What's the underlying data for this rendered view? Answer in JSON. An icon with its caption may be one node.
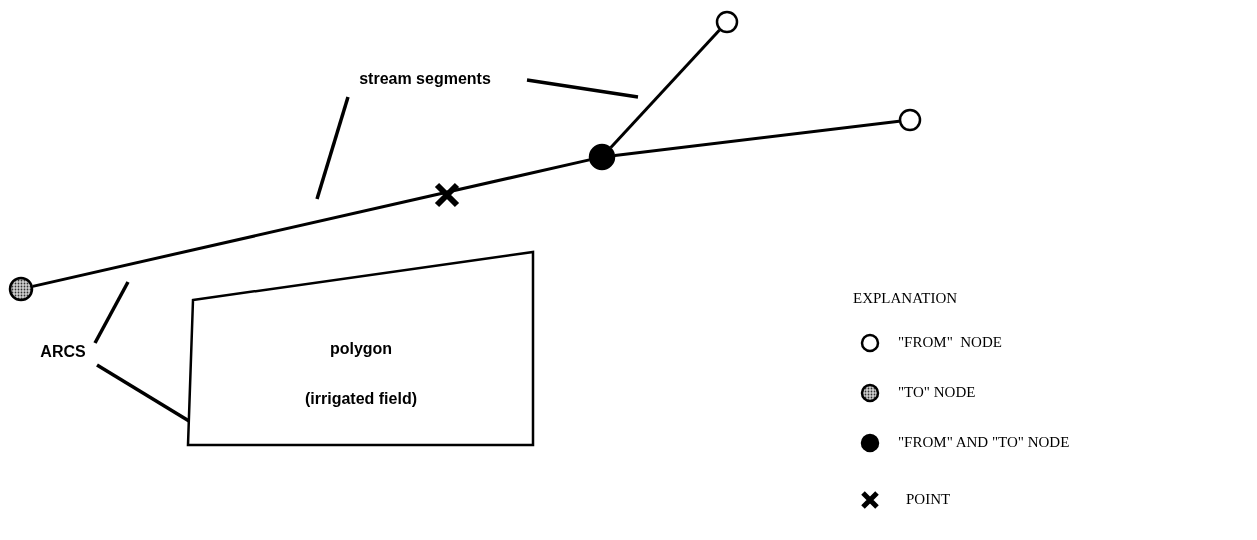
{
  "diagram": {
    "nodes": [
      {
        "text": [],
        "shape": "circle"
      },
      {
        "text": [
          "stream segments"
        ]
      },
      {
        "text": [],
        "shape": "circle"
      },
      {
        "text": [],
        "shape": "circle"
      },
      {
        "text": [],
        "shape": "circle"
      },
      {
        "text": [
          "ARCS"
        ]
      },
      {
        "text": [
          "polygon",
          "(irrigated field)"
        ]
      }
    ],
    "edges": [
      {
        "from": 0,
        "to": 3,
        "arrow": "none"
      },
      {
        "from": 2,
        "to": 3,
        "arrow": "none"
      },
      {
        "from": 3,
        "to": 4,
        "arrow": "none"
      },
      {
        "from": 1,
        "to": null,
        "arrow": "none"
      },
      {
        "from": 1,
        "to": null,
        "arrow": "none"
      },
      {
        "from": 5,
        "to": null,
        "arrow": "none"
      },
      {
        "from": 5,
        "to": 6,
        "arrow": "none"
      }
    ],
    "labels": [
      "EXPLANATION"
    ],
    "legend": [
      {
        "text": "\"FROM\"  NODE"
      },
      {
        "text": "\"TO\" NODE"
      },
      {
        "text": "\"FROM\" AND \"TO\" NODE"
      },
      {
        "text": "POINT"
      }
    ]
  }
}
